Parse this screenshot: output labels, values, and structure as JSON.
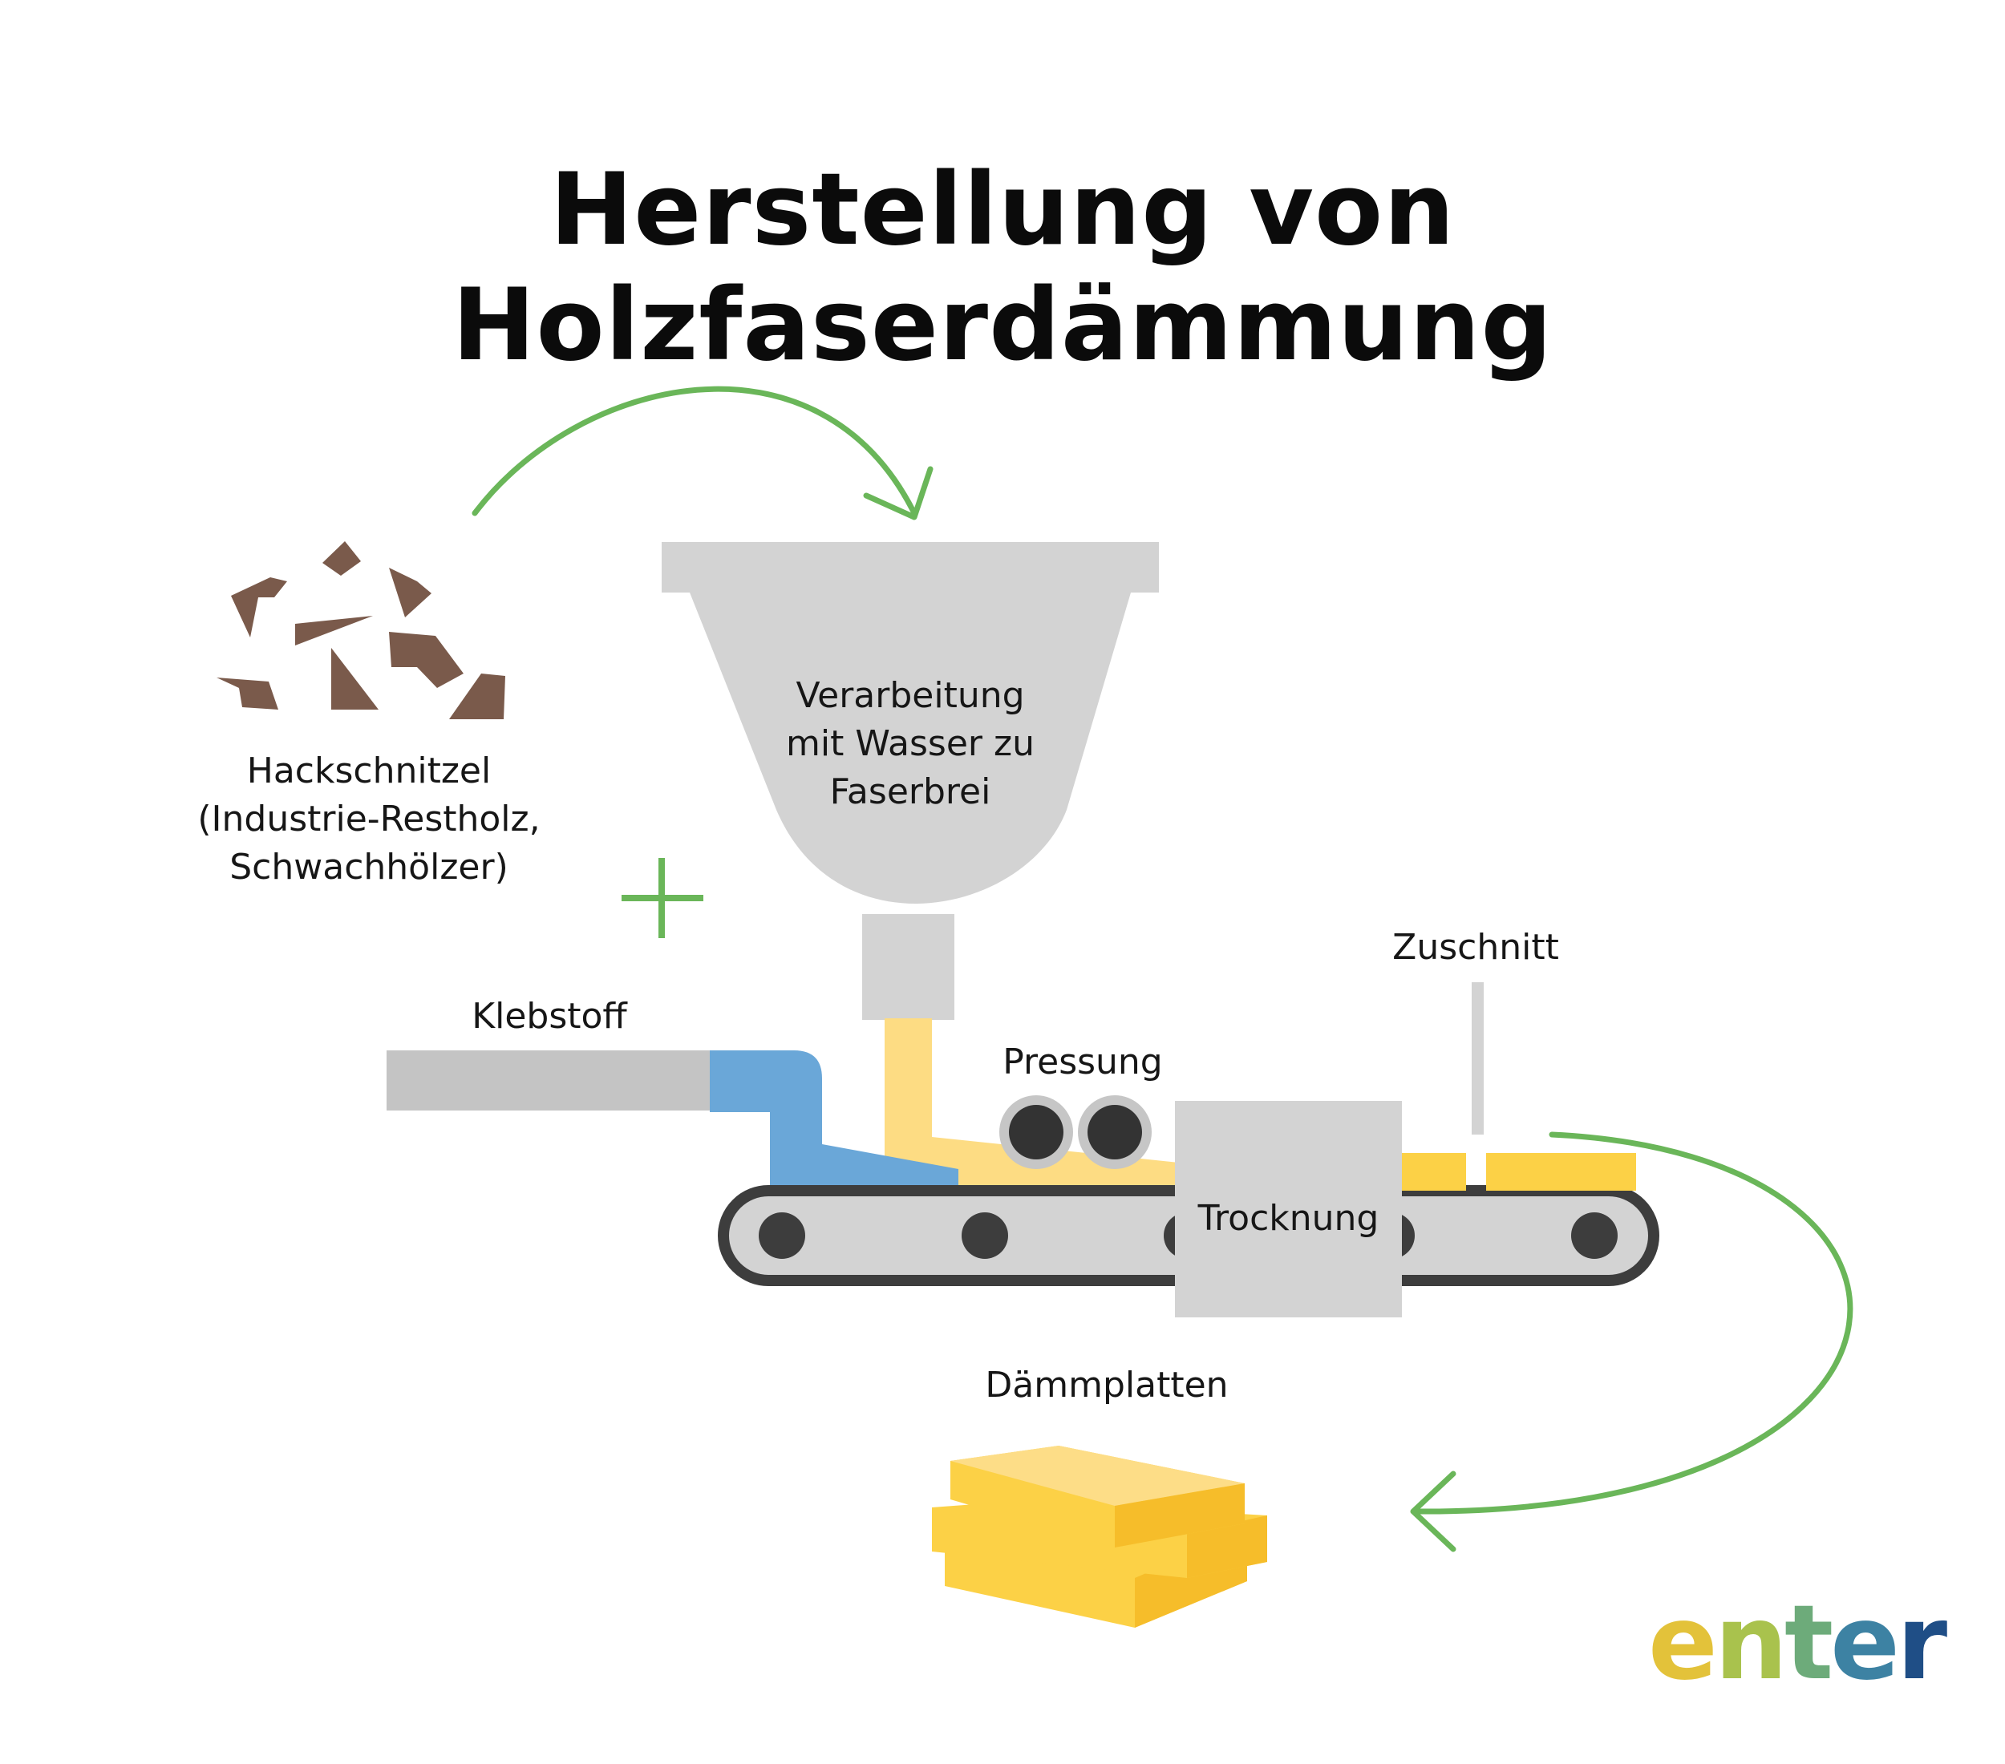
{
  "title": "Herstellung von Holzfaserdämmung",
  "labels": {
    "raw_material": [
      "Hackschnitzel",
      "(Industrie-Restholz,",
      "Schwachhölzer)"
    ],
    "processing": [
      "Verarbeitung",
      "mit Wasser zu",
      "Faserbrei"
    ],
    "glue": "Klebstoff",
    "pressing": "Pressung",
    "drying": "Trocknung",
    "cutting": "Zuschnitt",
    "boards": "Dämmplatten",
    "plus": "+"
  },
  "logo": {
    "text": "enter",
    "letters": [
      {
        "char": "e",
        "color": "#e3c23a"
      },
      {
        "char": "n",
        "color": "#a9c24d"
      },
      {
        "char": "t",
        "color": "#6dab7a"
      },
      {
        "char": "e",
        "color": "#3d82a3"
      },
      {
        "char": "r",
        "color": "#1f4e86"
      }
    ]
  },
  "colors": {
    "arrow": "#6ab659",
    "wood_chips": "#7a5a4b",
    "machine_grey": "#d3d3d3",
    "belt_dark": "#3d3d3d",
    "glue_pipe": "#6aa7d8",
    "fiber_pulp": "#fddc83",
    "board_yellow": "#fcd146",
    "board_side": "#f6bd2a",
    "board_top": "#fddd87"
  }
}
